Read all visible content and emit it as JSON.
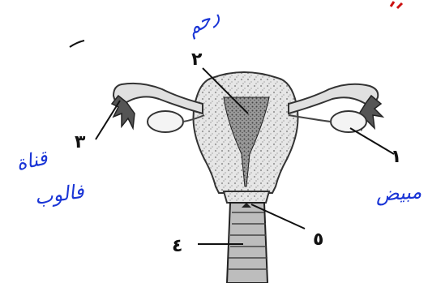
{
  "diagram": {
    "labels": {
      "n1": "١",
      "n2": "٢",
      "n3": "٣",
      "n4": "٤",
      "n5": "٥"
    },
    "handwritten": {
      "uterus": "رحم",
      "ovary": "مبيض",
      "fallopian_line1": "قناة",
      "fallopian_line2": "فالوب"
    },
    "colors": {
      "pen": "#1a35d6",
      "ink": "#111111",
      "red_mark": "#cc1111"
    }
  }
}
